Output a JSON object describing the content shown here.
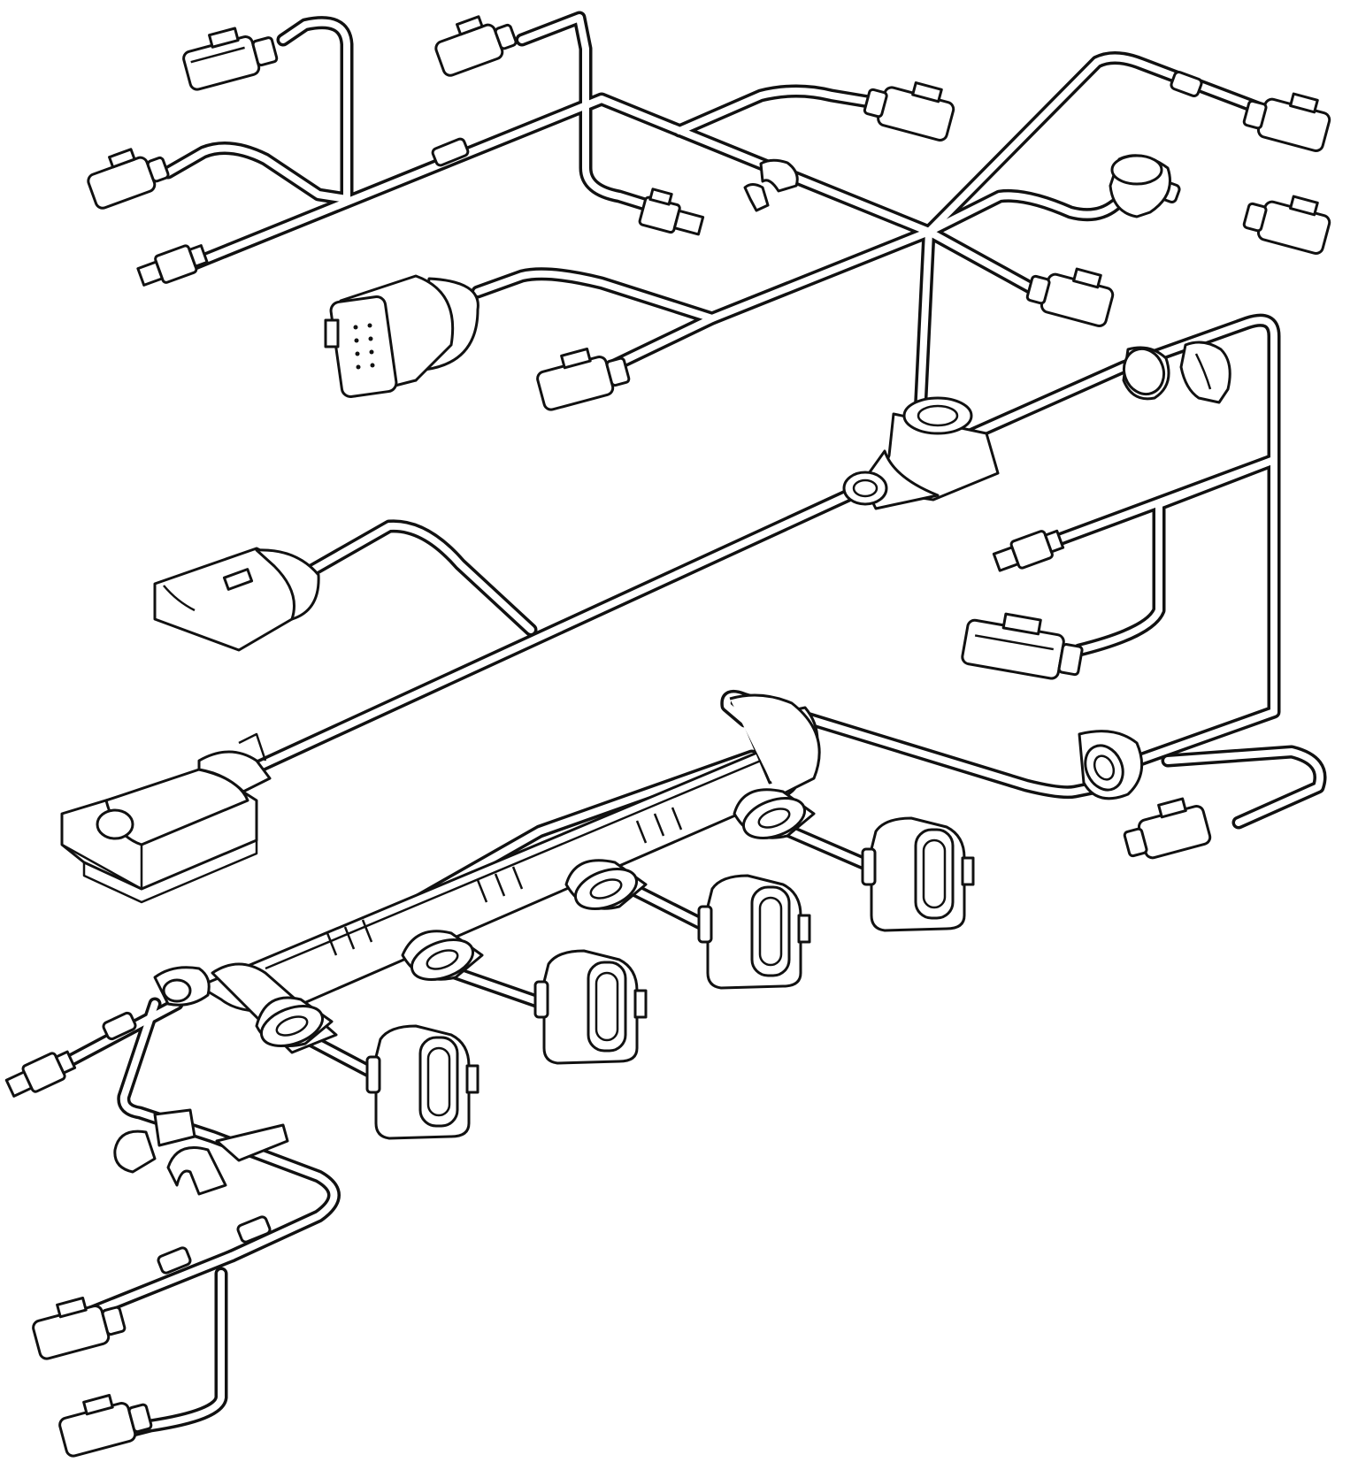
{
  "diagram": {
    "kind": "wiring harness exploded view",
    "colors": {
      "line": "#111111",
      "background": "#ffffff"
    },
    "components": [
      {
        "name": "coil-connector",
        "icon": "coil-connector-icon"
      },
      {
        "name": "coil-connector",
        "icon": "coil-connector-icon"
      },
      {
        "name": "coil-connector",
        "icon": "coil-connector-icon"
      },
      {
        "name": "coil-connector",
        "icon": "coil-connector-icon"
      },
      {
        "name": "multi-pin-connector",
        "icon": "multi-pin-connector-icon"
      },
      {
        "name": "main-harness-connector",
        "icon": "main-harness-connector-icon"
      },
      {
        "name": "grommet",
        "icon": "grommet-icon"
      },
      {
        "name": "wire-clip",
        "icon": "clip-icon"
      }
    ]
  }
}
